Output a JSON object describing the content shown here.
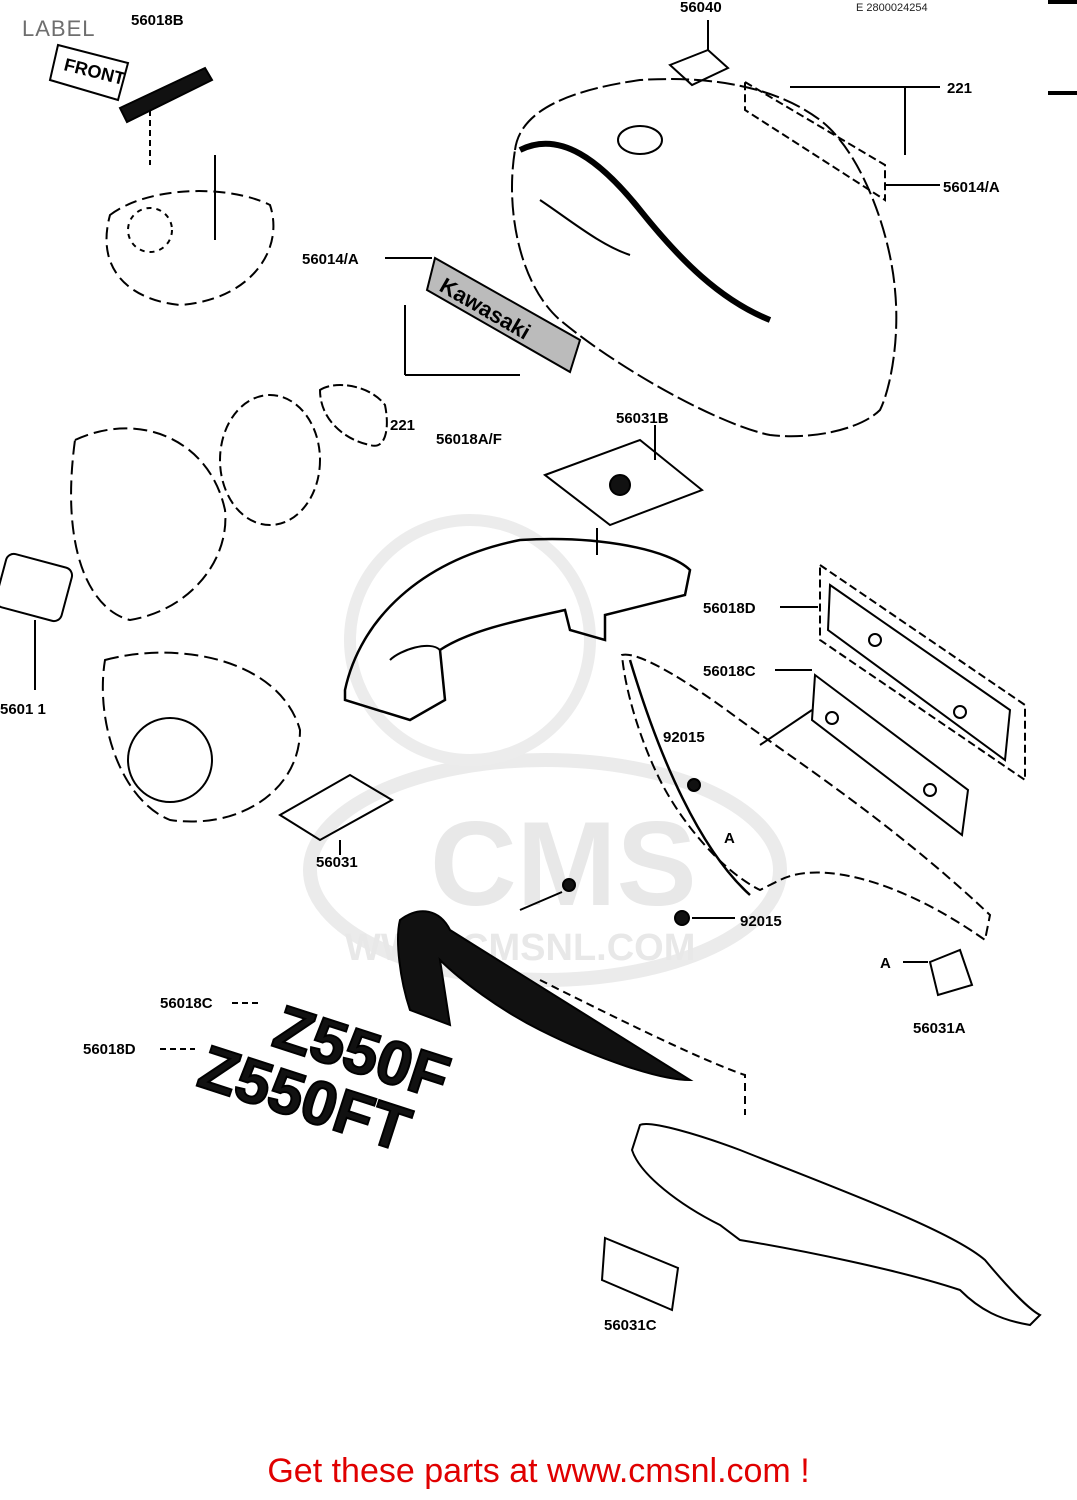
{
  "page": {
    "title": "LABEL",
    "top_right_code": "E 2800024254",
    "footer": "Get these parts at www.cmsnl.com !",
    "watermark": "CMS",
    "watermark_url": "WWW.CMSNL.COM"
  },
  "decals": {
    "front": "FRONT",
    "brand": "Kawasaki",
    "model_f": "Z550F",
    "model_ft": "Z550FT"
  },
  "callouts": {
    "c1": "56018B",
    "c2": "56040",
    "c3": "221",
    "c4": "56014/A",
    "c5": "56014/A",
    "c6": "221",
    "c7": "56018A/F",
    "c8": "56031B",
    "c9": "56018D",
    "c10": "56018C",
    "c11": "5601 1",
    "c12": "92015",
    "c13": "A",
    "c14": "56031",
    "c15": "92015",
    "c16": "A",
    "c17": "56031A",
    "c18": "56018C",
    "c19": "56018D",
    "c20": "56031C"
  }
}
